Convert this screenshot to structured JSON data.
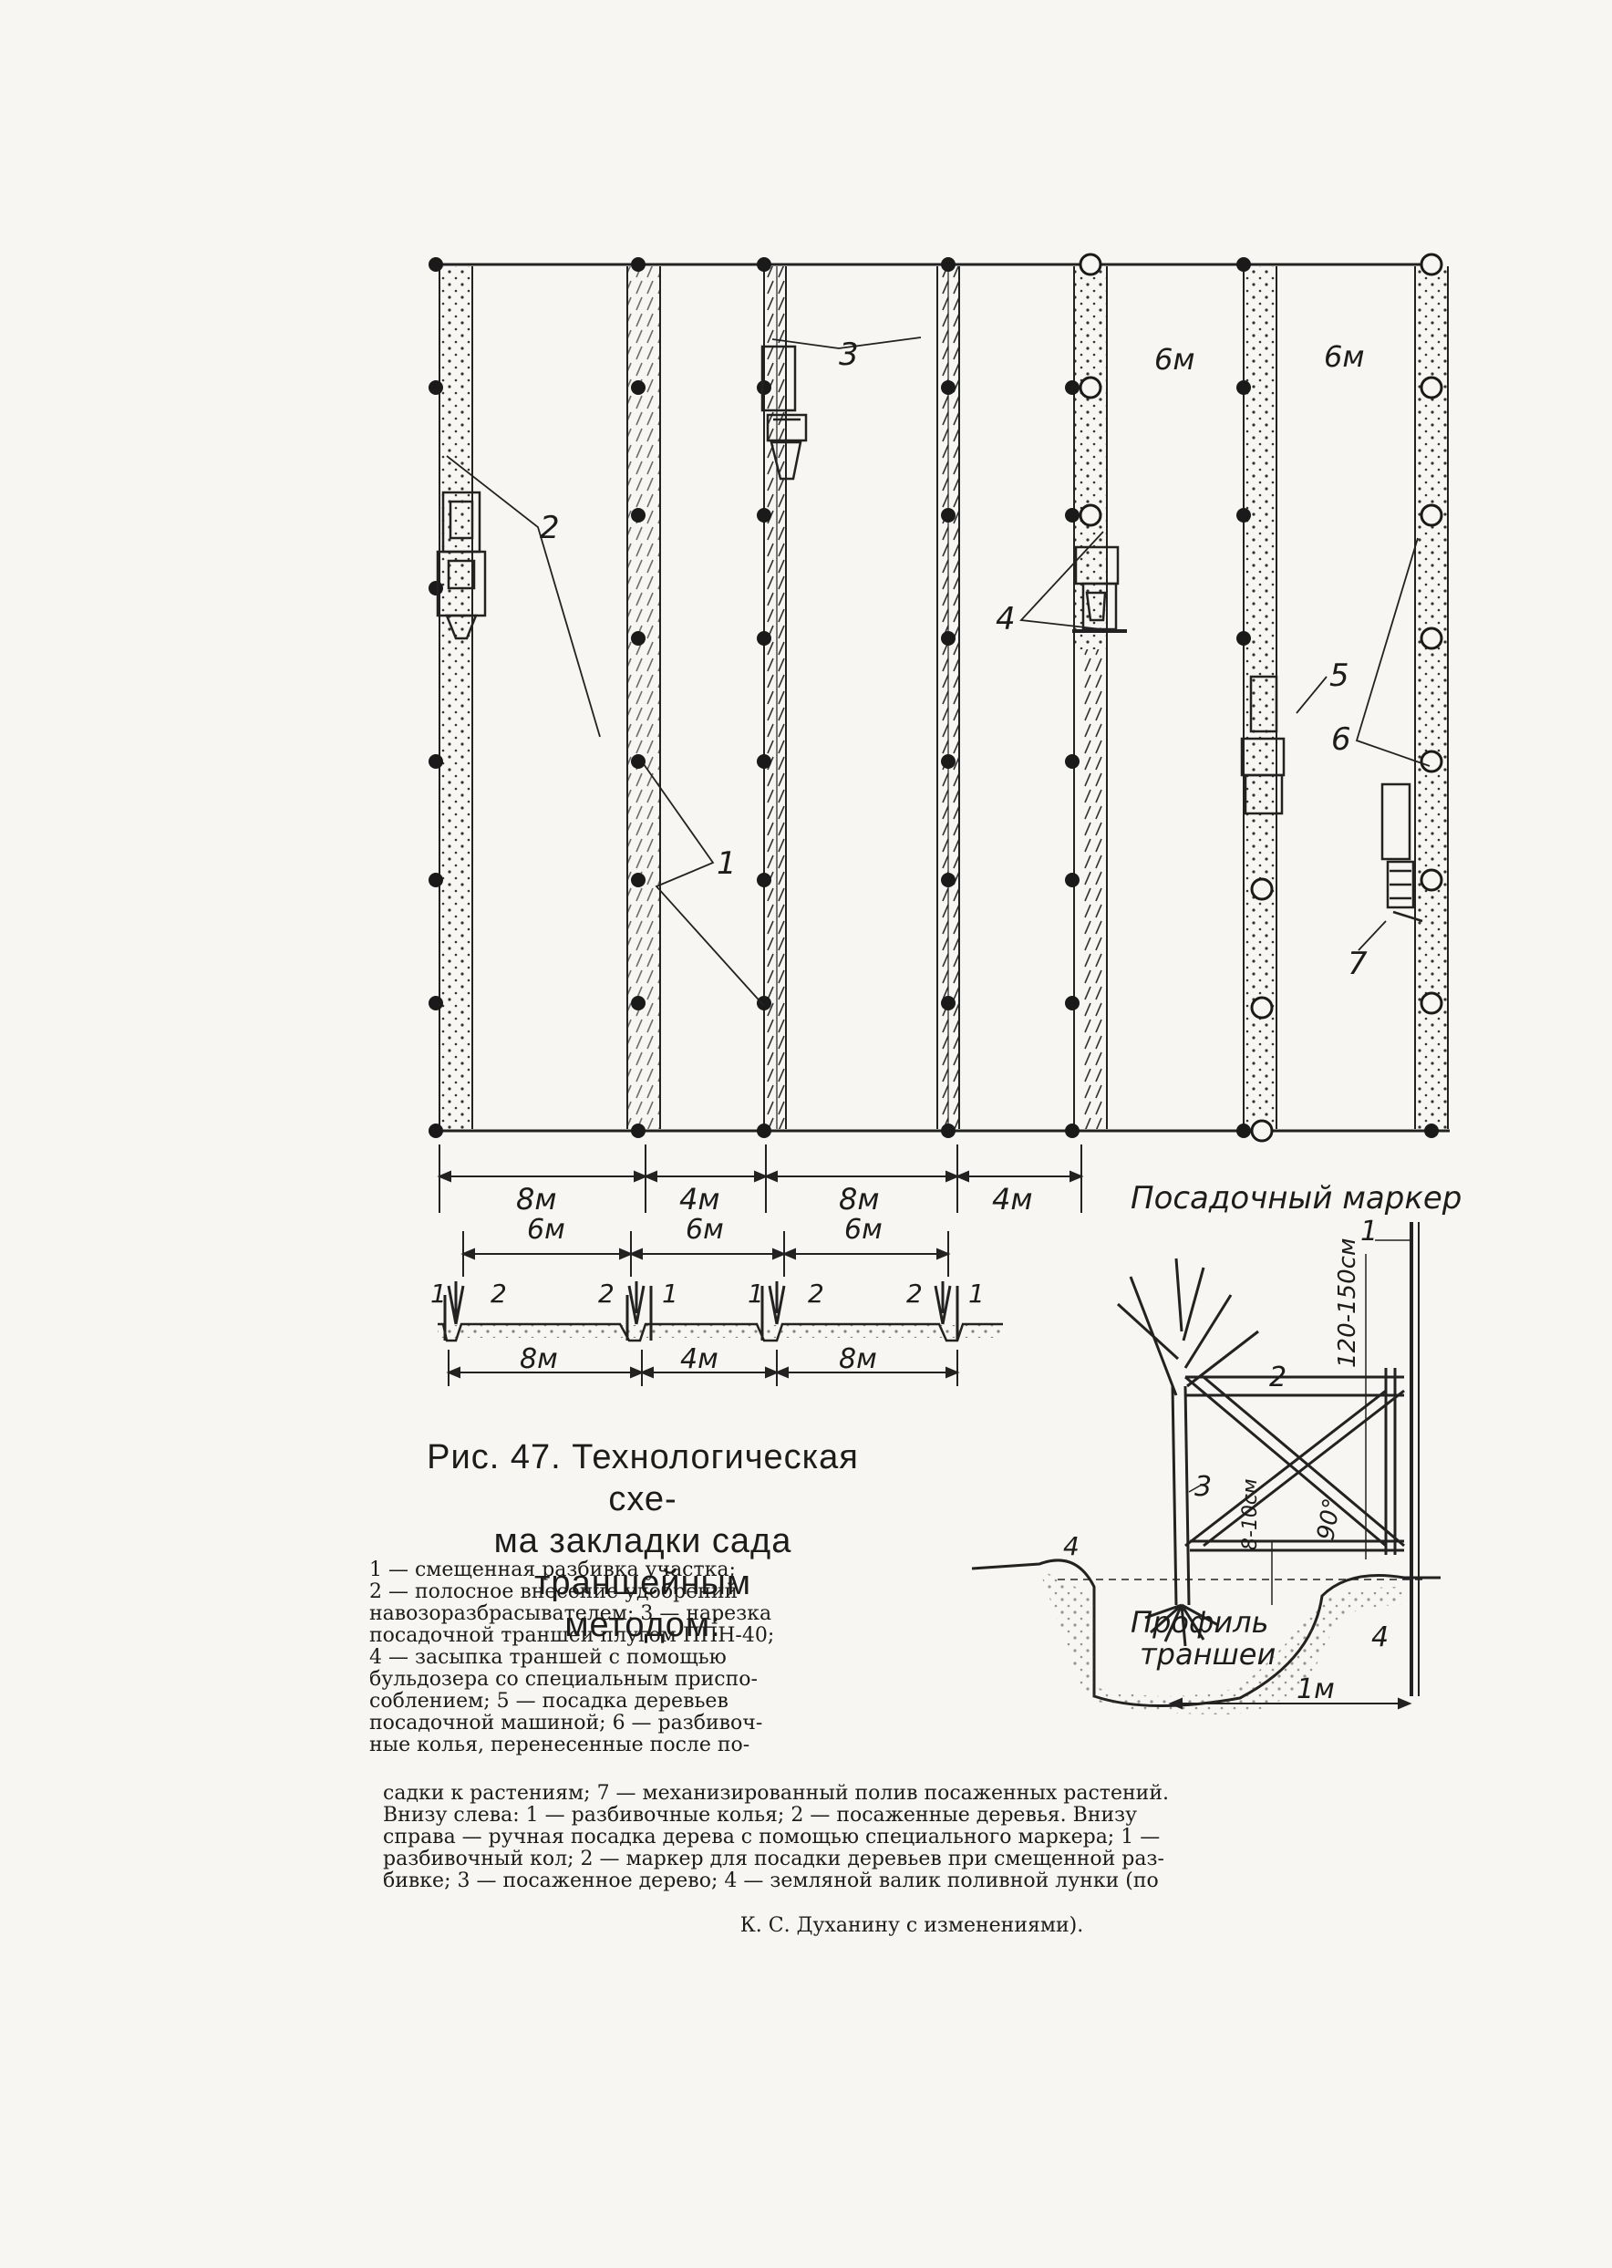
{
  "plan": {
    "dimensions_top": [
      "8м",
      "4м",
      "8м",
      "4м"
    ],
    "row_spacing": [
      "6м",
      "6м"
    ],
    "callouts": [
      "1",
      "2",
      "3",
      "4",
      "5",
      "6",
      "7"
    ]
  },
  "cross_section_left": {
    "top_dims": [
      "6м",
      "6м",
      "6м"
    ],
    "bottom_dims": [
      "8м",
      "4м",
      "8м"
    ],
    "labels": [
      "1",
      "2",
      "2",
      "1",
      "1",
      "2",
      "2",
      "1"
    ]
  },
  "marker_detail": {
    "title": "Посадочный маркер",
    "height_label": "120-150см",
    "depth_label": "8-10см",
    "angle_label": "90°",
    "width_label": "1м",
    "profile_label_line1": "Профиль",
    "profile_label_line2": "траншеи",
    "callouts": [
      "1",
      "2",
      "3",
      "4",
      "4"
    ]
  },
  "caption": {
    "title_line1": "Рис. 47. Технологическая схе-",
    "title_line2": "ма закладки сада траншейным",
    "title_line3": "методом:",
    "legend_lines": [
      "1 — смещенная разбивка участка;",
      "2 — полосное внесение удобрений",
      "навозоразбрасывателем; 3 — нарезка",
      "посадочной траншеи плугом ППН-40;",
      "4 — засыпка траншей с помощью",
      "бульдозера со специальным приспо-",
      "соблением; 5 — посадка деревьев",
      "посадочной машиной; 6 — разбивоч-",
      "ные колья, перенесенные после по-"
    ],
    "legend_long_lines": [
      "садки к растениям; 7 — механизированный полив посаженных растений.",
      "Внизу слева: 1 — разбивочные колья; 2 — посаженные деревья. Внизу",
      "справа — ручная посадка дерева с помощью специального маркера; 1 —",
      "разбивочный кол; 2 — маркер для посадки деревьев при смещенной раз-",
      "бивке; 3 — посаженное дерево; 4 — земляной валик поливной лунки (по"
    ],
    "legend_last": "К. С. Духанину с изменениями)."
  }
}
